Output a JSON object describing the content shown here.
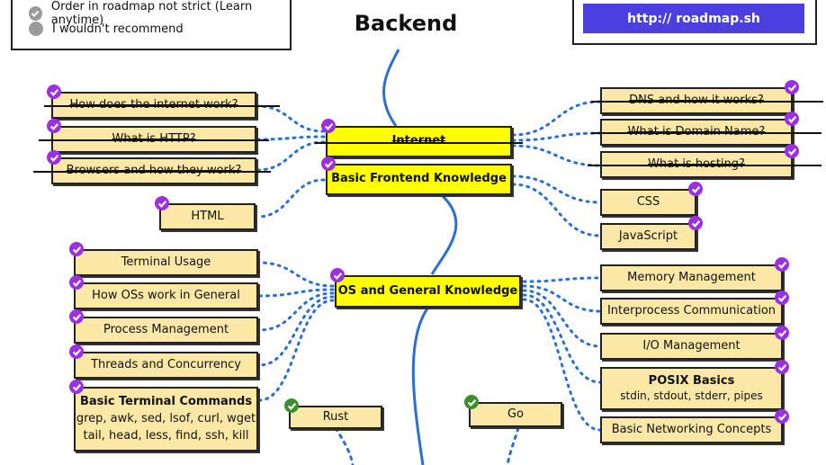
{
  "title": "Backend",
  "url": "http:// roadmap.sh",
  "legend": [
    {
      "label": "Order in roadmap not strict (Learn anytime)",
      "kind": "grey-check"
    },
    {
      "label": "I wouldn't recommend",
      "kind": "grey-dot"
    }
  ],
  "colors": {
    "main_node": "#ffff00",
    "sub_node": "#fbe8a6",
    "done_check": "#9b30e0",
    "alt_check": "#3e8e2e",
    "curve": "#2b6fd6",
    "connector": "#2b6fd6",
    "url_button": "#4b3fe0"
  },
  "nodes": [
    {
      "id": "internet",
      "label": "Internet",
      "main": true,
      "done": true,
      "check": "purple"
    },
    {
      "id": "basic-frontend",
      "label": "Basic Frontend Knowledge",
      "main": true,
      "check": "purple"
    },
    {
      "id": "os-general",
      "label": "OS and General Knowledge",
      "main": true,
      "check": "purple"
    },
    {
      "id": "how-internet",
      "label": "How does the internet work?",
      "done": true,
      "check": "purple"
    },
    {
      "id": "what-http",
      "label": "What is HTTP?",
      "done": true,
      "check": "purple"
    },
    {
      "id": "browsers",
      "label": "Browsers and how they work?",
      "done": true,
      "check": "purple"
    },
    {
      "id": "dns",
      "label": "DNS and how it works?",
      "done": true,
      "check": "purple"
    },
    {
      "id": "domain",
      "label": "What is Domain Name?",
      "done": true,
      "check": "purple"
    },
    {
      "id": "hosting",
      "label": "What is hosting?",
      "done": true,
      "check": "purple"
    },
    {
      "id": "html",
      "label": "HTML",
      "check": "purple"
    },
    {
      "id": "css",
      "label": "CSS",
      "check": "purple"
    },
    {
      "id": "javascript",
      "label": "JavaScript",
      "check": "purple"
    },
    {
      "id": "terminal-usage",
      "label": "Terminal Usage",
      "check": "purple"
    },
    {
      "id": "how-os",
      "label": "How OSs work in General",
      "check": "purple"
    },
    {
      "id": "process-mgmt",
      "label": "Process Management",
      "check": "purple"
    },
    {
      "id": "threads",
      "label": "Threads and Concurrency",
      "check": "purple"
    },
    {
      "id": "terminal-commands",
      "label": "Basic Terminal Commands",
      "sub": [
        "grep, awk, sed, lsof, curl, wget",
        "tail, head, less, find, ssh, kill"
      ],
      "bold": true,
      "check": "purple"
    },
    {
      "id": "memory-mgmt",
      "label": "Memory Management",
      "check": "purple"
    },
    {
      "id": "ipc",
      "label": "Interprocess Communication",
      "check": "purple"
    },
    {
      "id": "io-mgmt",
      "label": "I/O Management",
      "check": "purple"
    },
    {
      "id": "posix",
      "label": "POSIX Basics",
      "sub": [
        "stdin, stdout, stderr, pipes"
      ],
      "bold": true,
      "check": "purple"
    },
    {
      "id": "networking",
      "label": "Basic Networking Concepts",
      "check": "purple"
    },
    {
      "id": "rust",
      "label": "Rust",
      "check": "green"
    },
    {
      "id": "go",
      "label": "Go",
      "check": "green"
    }
  ]
}
